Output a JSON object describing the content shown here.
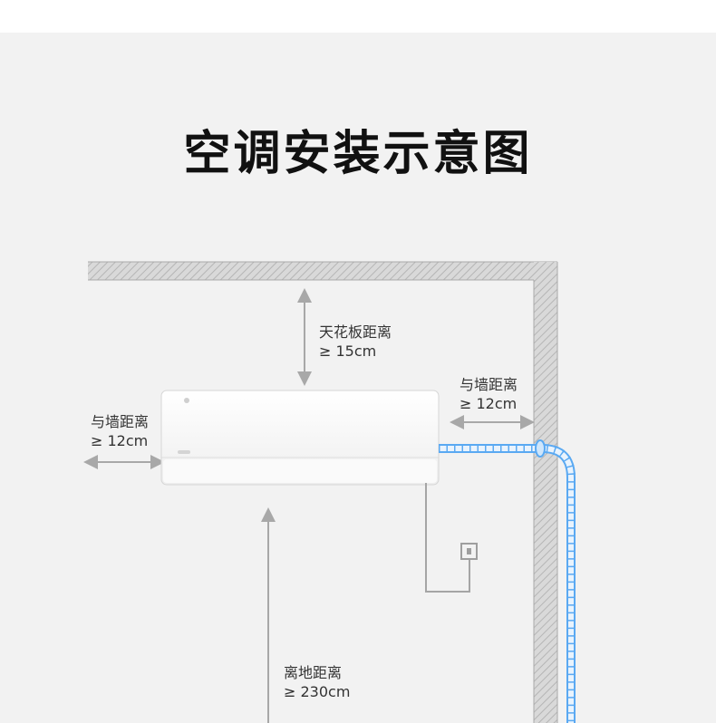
{
  "title": "空调安装示意图",
  "ceiling_clearance": {
    "label": "天花板距离",
    "value": "≥ 15cm"
  },
  "left_wall_clearance": {
    "label": "与墙距离",
    "value": "≥ 12cm"
  },
  "right_wall_clearance": {
    "label": "与墙距离",
    "value": "≥ 12cm"
  },
  "floor_clearance": {
    "label": "离地距离",
    "value": "≥ 230cm"
  },
  "colors": {
    "pipe": "#5aa9f2",
    "arrow": "#a8a8a8",
    "wall": "#bdbdbd",
    "unit": "#ffffff",
    "title": "#111111"
  }
}
